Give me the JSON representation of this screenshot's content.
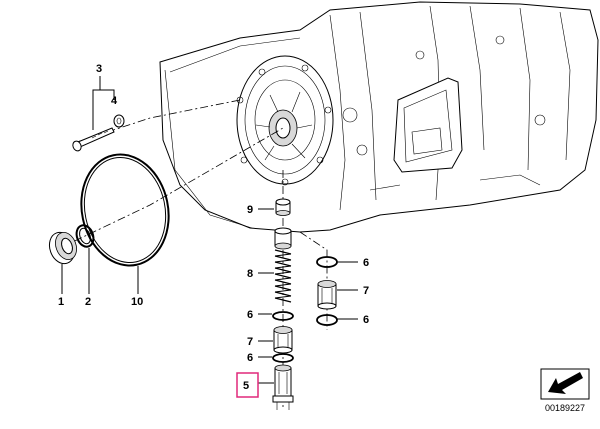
{
  "callouts": {
    "p1": "1",
    "p2": "2",
    "p3": "3",
    "p4": "4",
    "p5": "5",
    "p6a": "6",
    "p6b": "6",
    "p6c": "6",
    "p6d": "6",
    "p7a": "7",
    "p7b": "7",
    "p8": "8",
    "p9": "9",
    "p10": "10"
  },
  "highlighted_part": "5",
  "doc_number": "00189227",
  "colors": {
    "highlight": "#e0287a",
    "line": "#000000"
  }
}
